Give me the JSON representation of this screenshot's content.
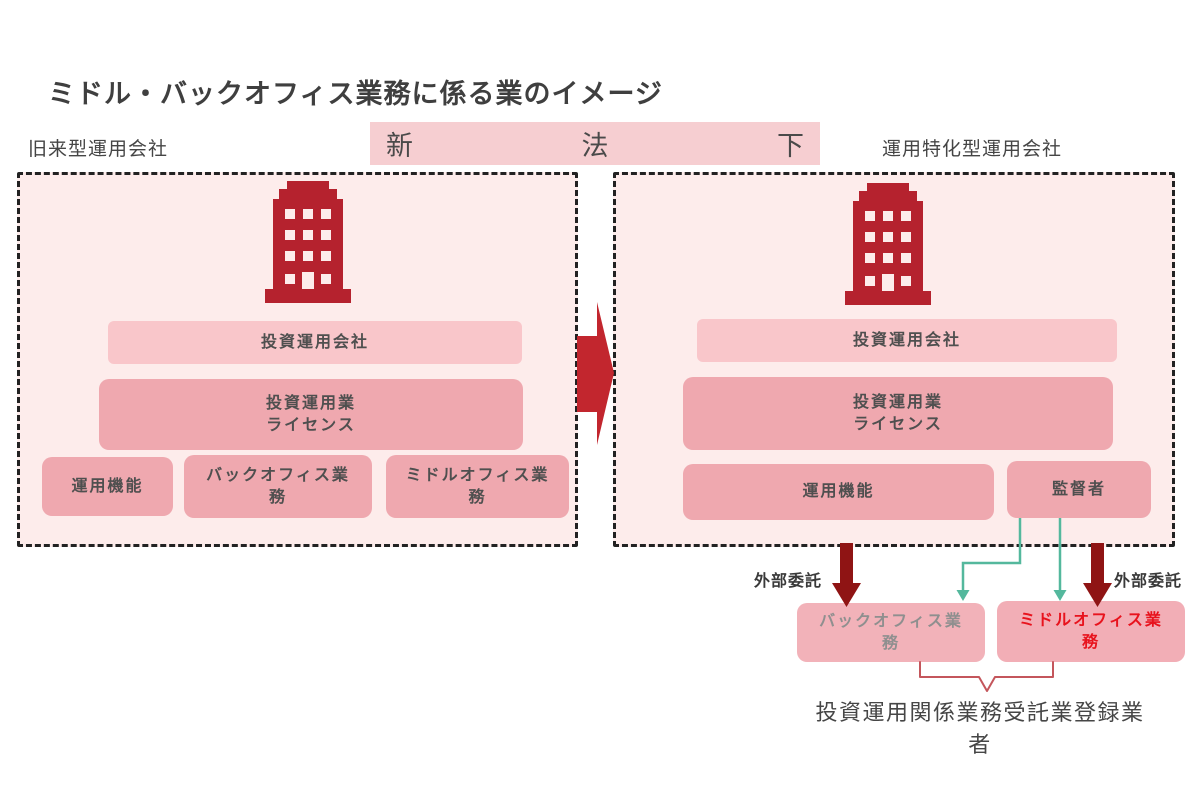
{
  "title": "ミドル・バックオフィス業務に係る業のイメージ",
  "banner": {
    "new": "新",
    "law": "法",
    "under": "下"
  },
  "legacy": {
    "label": "旧来型運用会社",
    "company": "投資運用会社",
    "license1": "投資運用業",
    "license2": "ライセンス",
    "fn_operation": "運用機能",
    "fn_back1": "バックオフィス業",
    "fn_back2": "務",
    "fn_middle1": "ミドルオフィス業",
    "fn_middle2": "務"
  },
  "specialized": {
    "label": "運用特化型運用会社",
    "company": "投資運用会社",
    "license1": "投資運用業",
    "license2": "ライセンス",
    "fn_operation": "運用機能",
    "supervisor": "監督者"
  },
  "outsourcing": {
    "label_left": "外部委託",
    "label_right": "外部委託",
    "back1": "バックオフィス業",
    "back2": "務",
    "middle1": "ミドルオフィス業",
    "middle2": "務",
    "registered": "投資運用関係業務受託業登録業者"
  },
  "icons": {
    "building": "building-icon",
    "transition_arrow": "right-block-arrow-icon",
    "outsourcing_arrows": "down-arrow-icon",
    "supervision_connectors": "elbow-arrow-icon",
    "bracket": "brace-down-icon"
  },
  "colors": {
    "container_fill": "#fdeceb",
    "banner_fill": "#f6ced1",
    "box_light_pink": "#f9c6ca",
    "box_medium_pink": "#efa8af",
    "box_bottom_pink": "#f2b2b9",
    "building_red": "#b5222e",
    "transition_arrow_red": "#c2262e",
    "outsource_arrow_maroon": "#8f1414",
    "supervision_teal": "#54b89d",
    "bracket_red": "#c4565c",
    "text_dark": "#3f3f3f",
    "text_muted_gray": "#8f8f8f",
    "text_alert_red": "#e8131d"
  }
}
